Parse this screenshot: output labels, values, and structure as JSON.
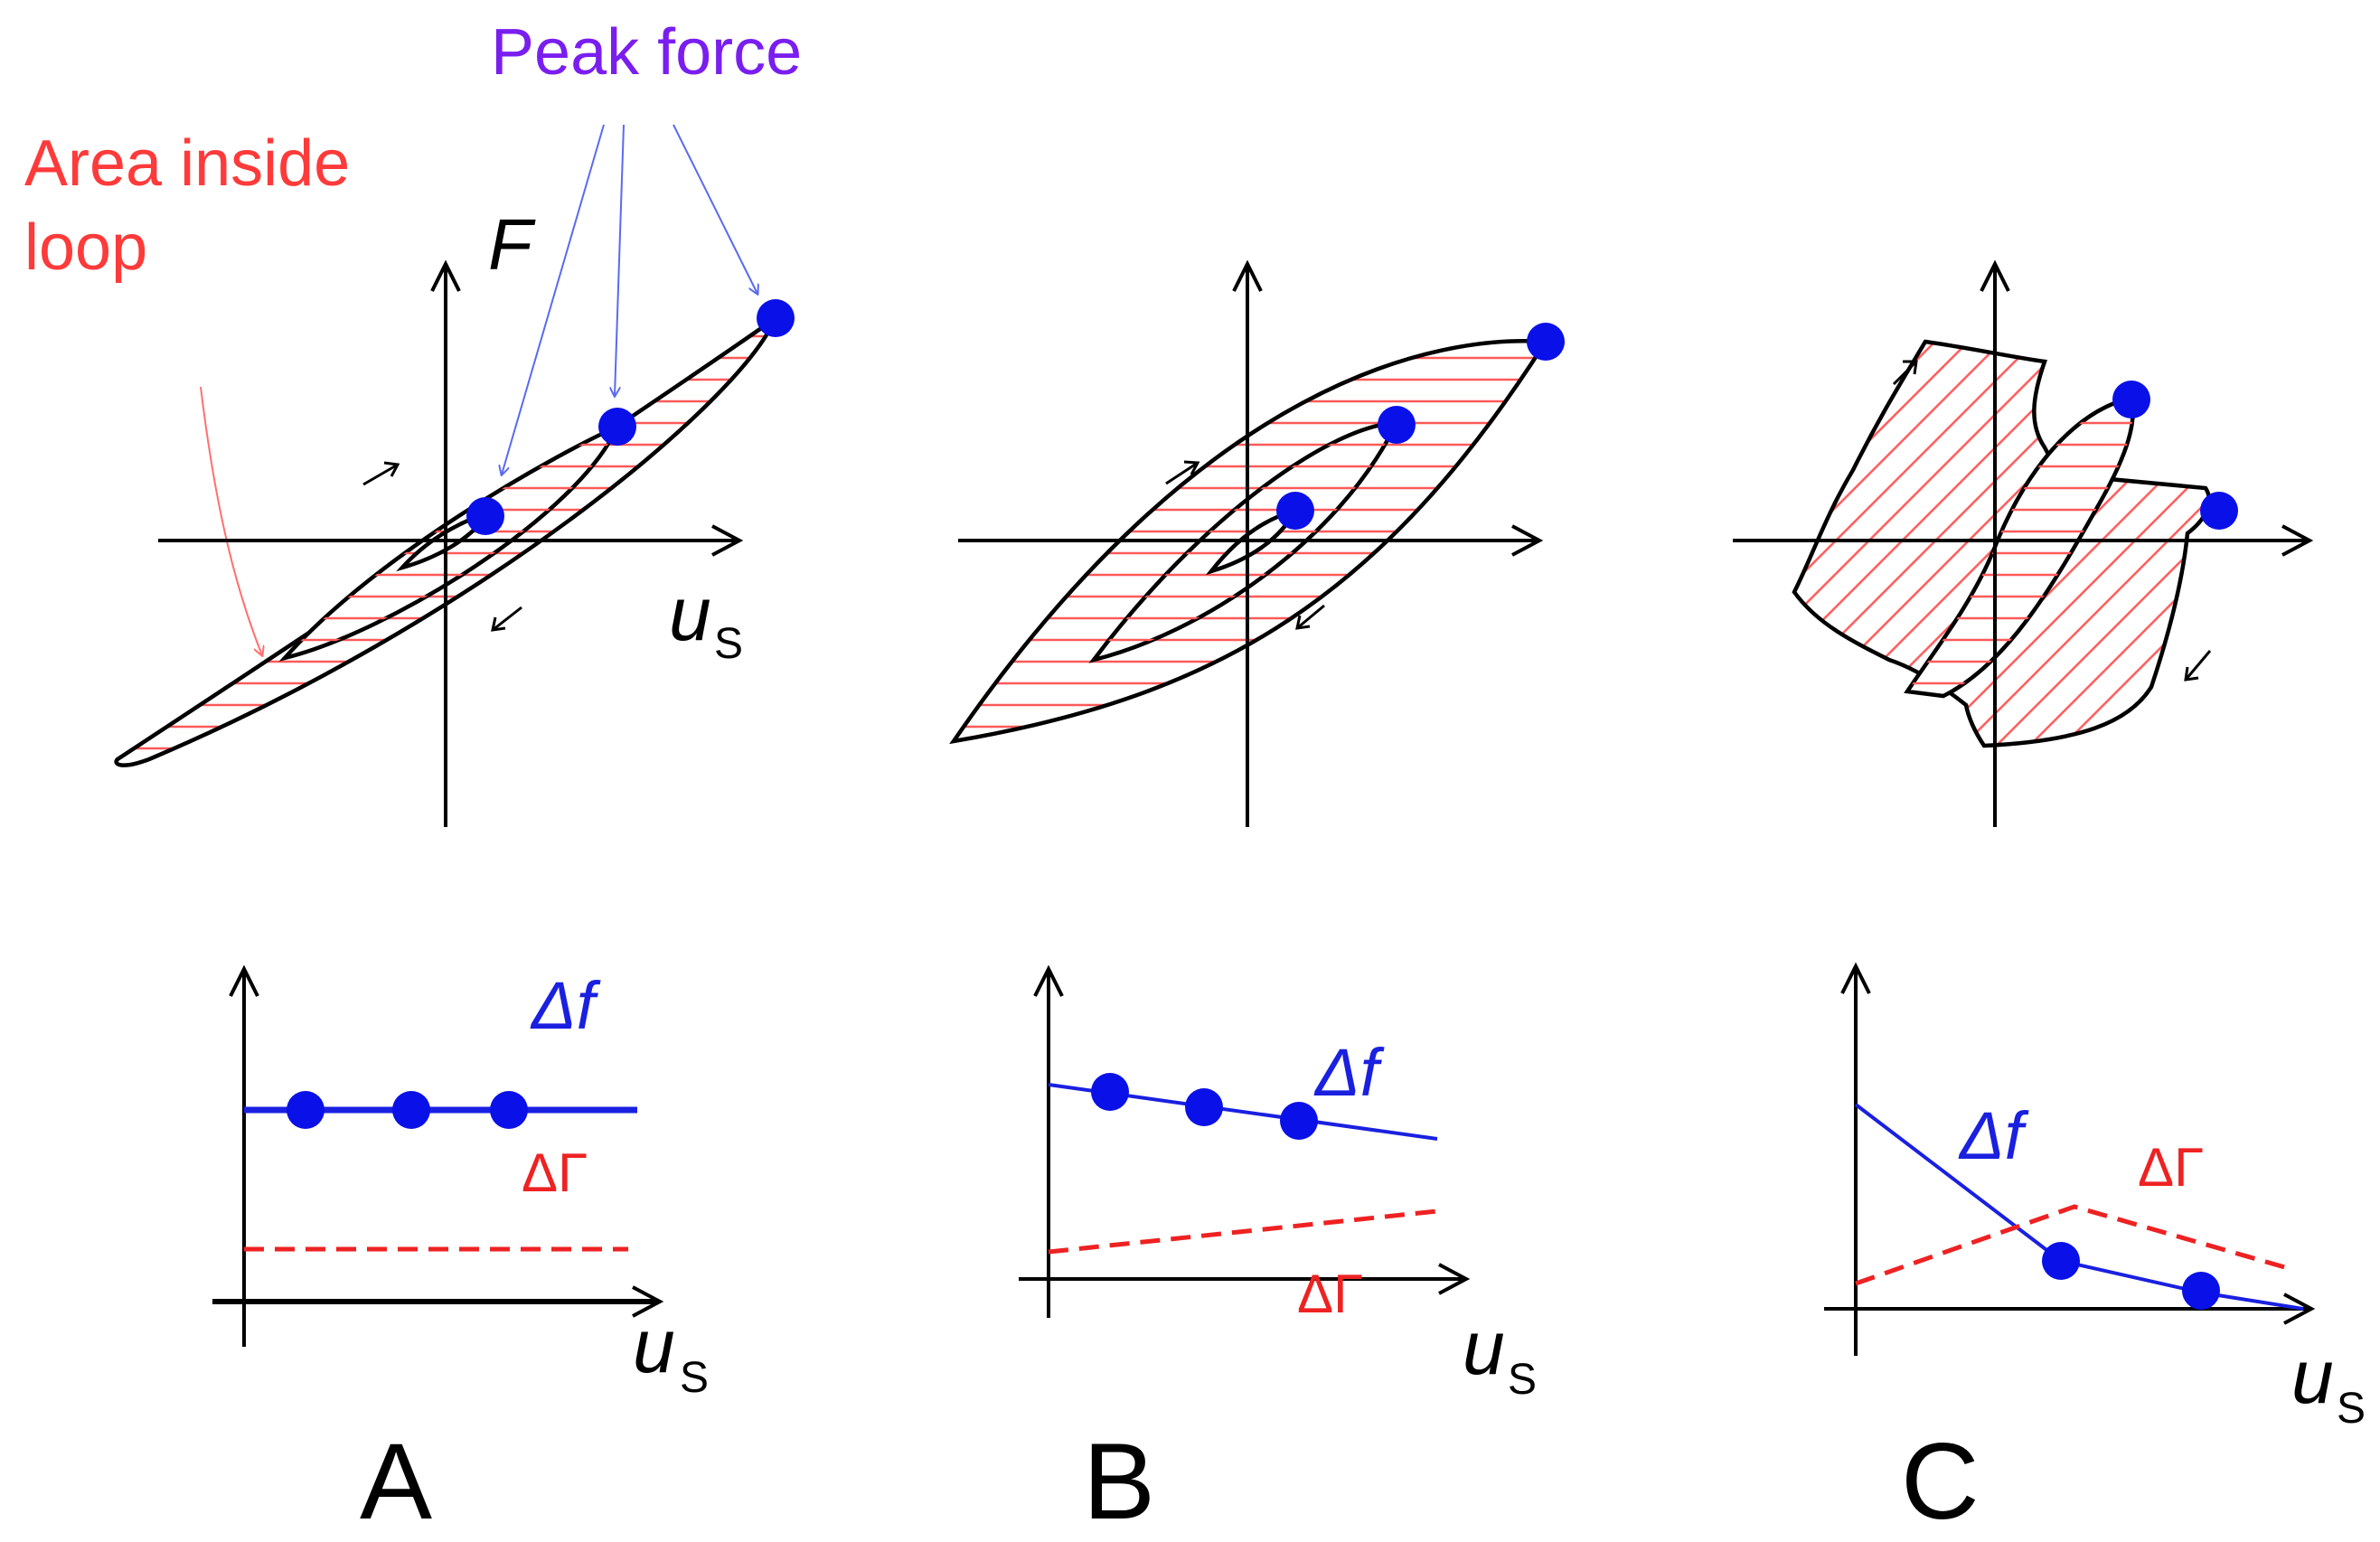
{
  "annotations": {
    "peak_force": "Peak force",
    "area_inside_line1": "Area inside",
    "area_inside_line2": "loop"
  },
  "axes": {
    "force_label": "F",
    "u_main": "u",
    "u_sub": "S"
  },
  "series_labels": {
    "delta_f": "Δf",
    "delta_gamma": "ΔΓ"
  },
  "panels": [
    {
      "letter": "A",
      "delta_f_trend": "constant",
      "delta_gamma_trend": "constant"
    },
    {
      "letter": "B",
      "delta_f_trend": "decreasing",
      "delta_gamma_trend": "increasing"
    },
    {
      "letter": "C",
      "delta_f_trend": "decreasing",
      "delta_gamma_trend": "rise-then-fall"
    }
  ],
  "colors": {
    "loop_outline": "#000000",
    "hatch": "#ff5a5a",
    "peak_marker": "#0a10e8",
    "delta_f": "#1a20e0",
    "delta_gamma": "#ee2222",
    "peak_force_text": "#7a1ef0",
    "area_text": "#ff3a3a"
  }
}
